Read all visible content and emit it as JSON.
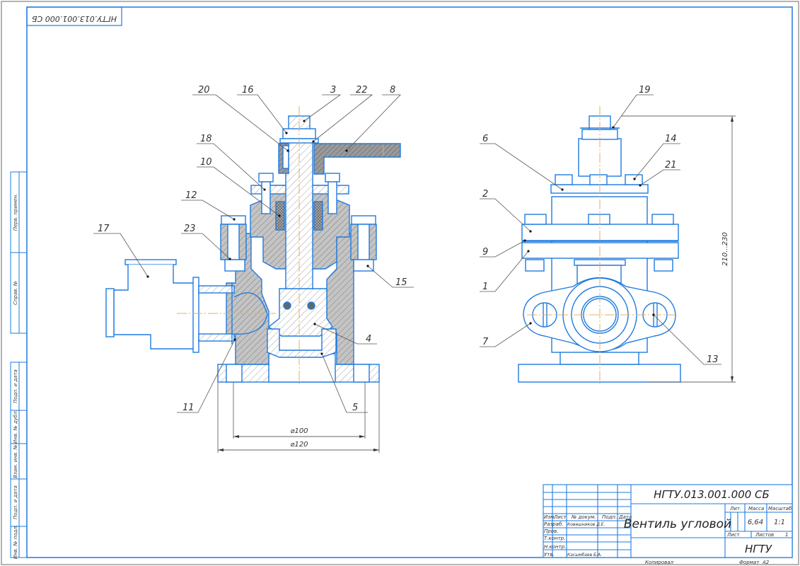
{
  "drawing": {
    "domain": "assembly drawing",
    "top_stamp": "НГТУ.013.001.000 СБ",
    "colors": {
      "outline": "#1e7be0",
      "hatch_fill": "#b8b8b8",
      "leader": "#555555",
      "centerline": "#e0b060",
      "frame_outer": "#9a9a9a",
      "frame_inner": "#1e7be0"
    },
    "front_view_callouts": [
      "20",
      "16",
      "3",
      "22",
      "8",
      "18",
      "10",
      "12",
      "23",
      "17",
      "15",
      "4",
      "11",
      "5"
    ],
    "side_view_callouts": [
      "19",
      "6",
      "14",
      "21",
      "2",
      "9",
      "1",
      "7",
      "13"
    ],
    "dimensions": {
      "dia_inner": "⌀100",
      "dia_outer": "⌀120",
      "height_range": "210...230"
    }
  },
  "side_strip": {
    "upper": [
      "Перв. примен.",
      "Справ. №"
    ],
    "lower": [
      "Подп. и дата",
      "Инв. № дубл.",
      "Взам. инв. №",
      "Подп. и дата",
      "Инв. № подл."
    ]
  },
  "title_block": {
    "designation": "НГТУ.013.001.000 СБ",
    "name": "Вентиль угловой",
    "organization": "НГТУ",
    "col_headers": [
      "Изм.",
      "Лист",
      "№ докум.",
      "Подп.",
      "Дата"
    ],
    "rows": [
      {
        "role": "Разраб.",
        "person": "Ковешников Д.Е."
      },
      {
        "role": "Пров.",
        "person": ""
      },
      {
        "role": "Т.контр.",
        "person": ""
      },
      {
        "role": "",
        "person": ""
      },
      {
        "role": "Н.контр.",
        "person": ""
      },
      {
        "role": "Утв.",
        "person": "Касымбаев Б.А."
      }
    ],
    "lit_label": "Лит.",
    "mass_label": "Масса",
    "mass_value": "6,64",
    "scale_label": "Масштаб",
    "scale_value": "1:1",
    "sheet_label": "Лист",
    "sheets_label": "Листов",
    "sheets_value": "1",
    "copied_label": "Копировал",
    "format_label": "Формат",
    "format_value": "A2"
  }
}
